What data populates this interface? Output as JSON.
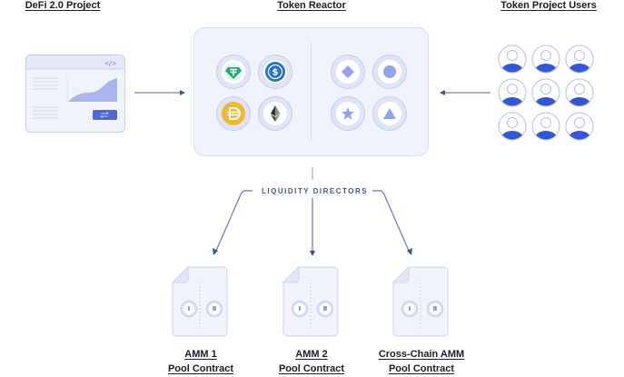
{
  "headings": {
    "defi_project": "DeFi 2.0 Project",
    "token_reactor": "Token Reactor",
    "token_project_users": "Token Project Users"
  },
  "defi_window": {
    "code_icon_label": "</>",
    "button_icon": "swap-icon"
  },
  "reactor": {
    "left_tokens": [
      {
        "name": "tether",
        "symbol": "T",
        "color": "#26a17b"
      },
      {
        "name": "usd-coin",
        "symbol": "$",
        "color": "#2775ca"
      },
      {
        "name": "dai",
        "symbol": "D",
        "color": "#f4b731"
      },
      {
        "name": "ethereum",
        "symbol": "ETH",
        "color": "#343434"
      }
    ],
    "right_tokens": [
      {
        "name": "diamond",
        "shape": "diamond"
      },
      {
        "name": "circle",
        "shape": "circle"
      },
      {
        "name": "star",
        "shape": "star"
      },
      {
        "name": "triangle",
        "shape": "triangle"
      }
    ],
    "shape_color": "#8fa3ee"
  },
  "users": {
    "count": 9,
    "color": "#3356d1"
  },
  "liquidity_directors": "LIQUIDITY DIRECTORS",
  "pools": [
    {
      "line1": "AMM 1",
      "line2": "Pool Contract",
      "slots": [
        "I",
        "II"
      ]
    },
    {
      "line1": "AMM 2",
      "line2": "Pool Contract",
      "slots": [
        "I",
        "II"
      ]
    },
    {
      "line1": "Cross-Chain AMM",
      "line2": "Pool Contract",
      "slots": [
        "I",
        "II"
      ]
    }
  ],
  "colors": {
    "accent": "#4a5fc8",
    "arrow": "#5a67a8",
    "panel_bg": "#f1f3fc"
  }
}
